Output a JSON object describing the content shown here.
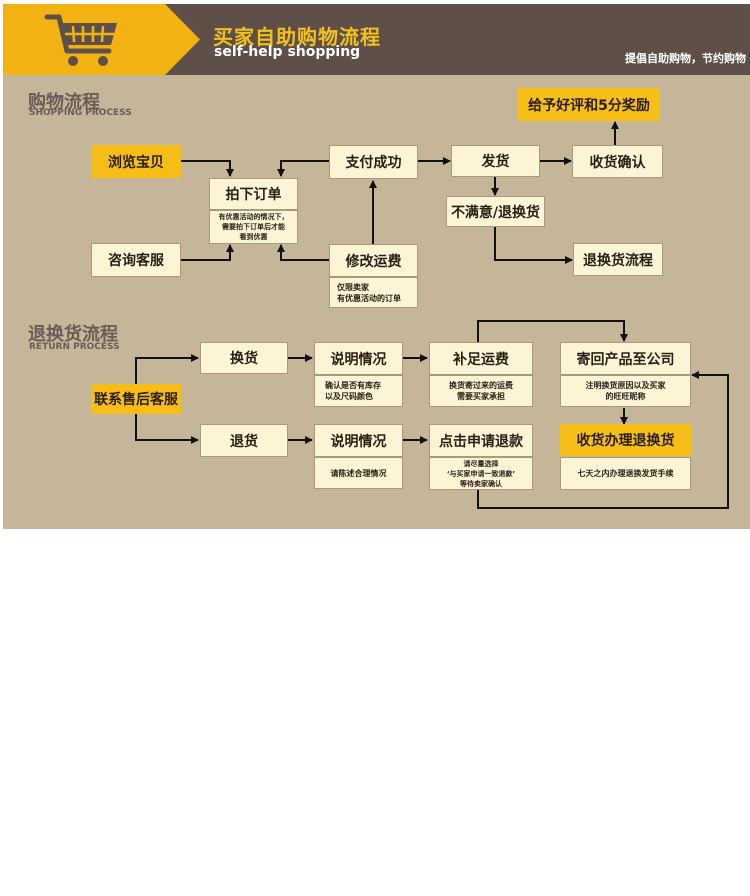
{
  "header": {
    "title_cn": "买家自助购物流程",
    "title_en": "self-help shopping",
    "slogan": "提倡自助购物，节约购物",
    "icon": "shopping-cart-icon"
  },
  "shopping": {
    "title_cn": "购物流程",
    "title_en": "SHOPPING PROCESS",
    "browse": "浏览宝贝",
    "consult": "咨询客服",
    "place_order": "拍下订单",
    "place_order_note": [
      "有优惠活动的情况下，",
      "需要拍下订单后才能",
      "看到优惠"
    ],
    "pay_success": "支付成功",
    "modify_shipping": "修改运费",
    "modify_shipping_note": [
      "仅限卖家",
      "有优惠活动的订单"
    ],
    "ship": "发货",
    "confirm_receipt": "收货确认",
    "review": "给予好评和5分奖励",
    "unsatisfied": "不满意/退换货",
    "return_process": "退换货流程"
  },
  "returns": {
    "title_cn": "退换货流程",
    "title_en": "RETURN PROCESS",
    "contact": "联系售后客服",
    "exchange": "换货",
    "refund": "退货",
    "explain_1": "说明情况",
    "explain_1_note": [
      "确认是否有库存",
      "以及尺码颜色"
    ],
    "explain_2": "说明情况",
    "explain_2_note": [
      "请陈述合理情况"
    ],
    "add_shipping": "补足运费",
    "add_shipping_note": [
      "换货寄过来的运费",
      "需要买家承担"
    ],
    "apply_refund": "点击申请退款",
    "apply_refund_note": [
      "请尽量选择",
      "‘与买家申请一致退款’",
      "等待卖家确认"
    ],
    "send_back": "寄回产品至公司",
    "send_back_note": [
      "注明换货原因以及买家",
      "的旺旺昵称"
    ],
    "handle_return": "收货办理退换货",
    "handle_return_note": [
      "七天之内办理退换发货手续"
    ]
  },
  "colors": {
    "header_bg": "#5e5049",
    "accent_yellow": "#f6be17",
    "panel_bg": "#c5b699",
    "box_bg": "#fbf5d6",
    "section_title": "#6a5d57"
  }
}
